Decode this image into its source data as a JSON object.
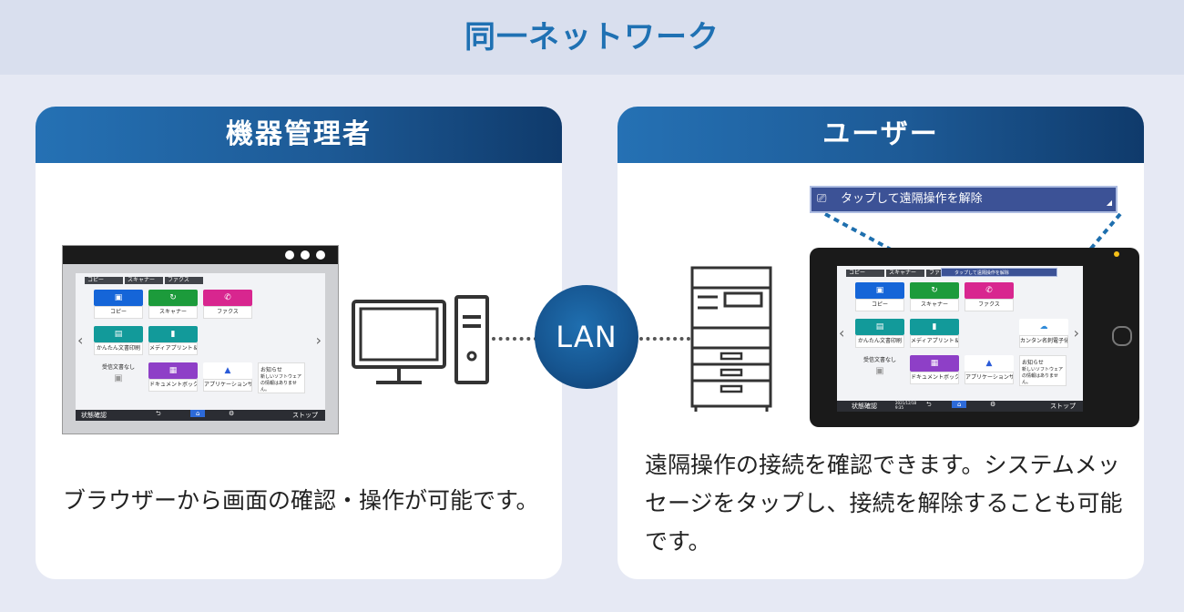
{
  "header": {
    "title": "同一ネットワーク"
  },
  "admin_card": {
    "title": "機器管理者",
    "desc": "ブラウザーから画面の確認・操作が可能です。"
  },
  "user_card": {
    "title": "ユーザー",
    "desc": "遠隔操作の接続を確認できます。システムメッセージをタップし、接続を解除することも可能です。"
  },
  "lan_label": "LAN",
  "remote_banner": "タップして遠隔操作を解除",
  "screen": {
    "tabs": [
      "コピー",
      "スキャナー",
      "ファクス"
    ],
    "tiles": [
      {
        "label": "コピー"
      },
      {
        "label": "スキャナー"
      },
      {
        "label": "ファクス"
      },
      {
        "label": "かんたん文書印刷"
      },
      {
        "label": "メディアプリント＆スキャン"
      },
      {
        "label": "受信文書なし"
      },
      {
        "label": "ドキュメントボックス"
      },
      {
        "label": "アプリケーションサイト"
      },
      {
        "label": "カンタン名刺電子化アプリ"
      }
    ],
    "notice_title": "お知らせ",
    "notice_text": "新しいソフトウェアの情報はありません。",
    "status_label": "状態確認",
    "date": "2021/12/18",
    "time": "9:35",
    "stop_label": "ストップ"
  },
  "colors": {
    "accent": "#1f71b3",
    "header_gradient_start": "#2571b4",
    "header_gradient_end": "#0f3a6b",
    "background": "#e6e9f4"
  }
}
